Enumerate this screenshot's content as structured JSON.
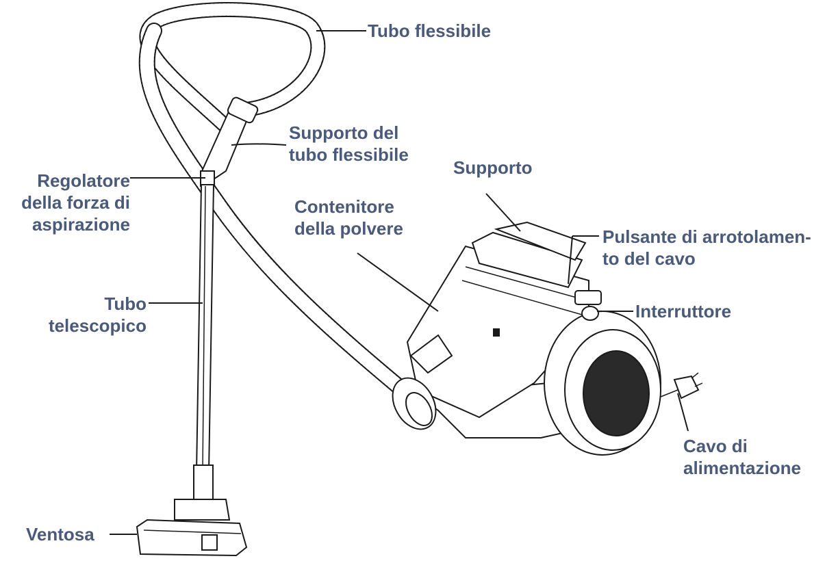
{
  "colors": {
    "label": "#4a5a78",
    "line": "#1a1a1a",
    "background": "#ffffff"
  },
  "labels": {
    "tubo_flessibile": "Tubo flessibile",
    "supporto_tubo": [
      "Supporto del",
      "tubo flessibile"
    ],
    "regolatore": [
      "Regolatore",
      "della forza di",
      "aspirazione"
    ],
    "supporto": "Supporto",
    "contenitore": [
      "Contenitore",
      "della polvere"
    ],
    "pulsante": [
      "Pulsante di arrotolamen-",
      "to del cavo"
    ],
    "interruttore": "Interruttore",
    "tubo_telescopico": [
      "Tubo",
      "telescopico"
    ],
    "cavo": [
      "Cavo di",
      "alimentazione"
    ],
    "ventosa": "Ventosa"
  }
}
